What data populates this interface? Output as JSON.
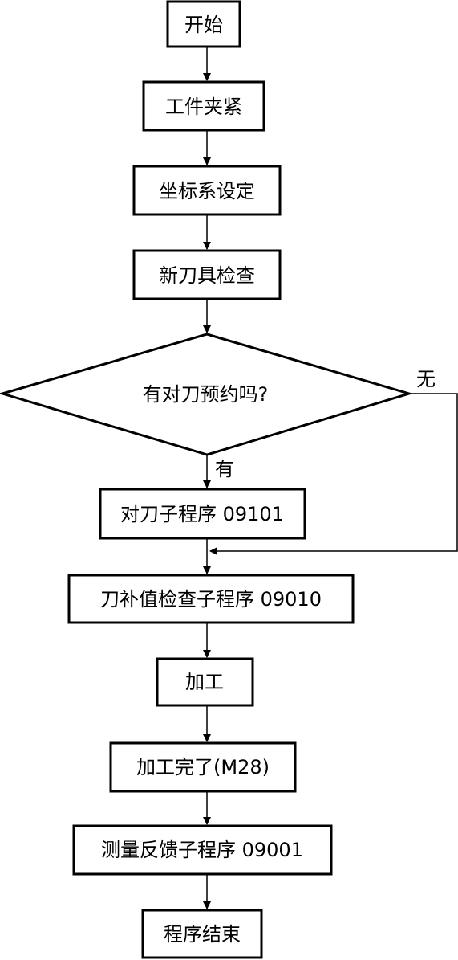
{
  "flowchart": {
    "start": "开始",
    "clamp": "工件夹紧",
    "coord": "坐标系设定",
    "tool_check": "新刀具检查",
    "decision": "有对刀预约吗?",
    "branch_no": "无",
    "branch_yes": "有",
    "tool_setting": "对刀子程序 09101",
    "offset_check": "刀补值检查子程序 09010",
    "machining": "加工",
    "machining_done": "加工完了(M28)",
    "feedback": "测量反馈子程序 09001",
    "end": "程序结束"
  }
}
